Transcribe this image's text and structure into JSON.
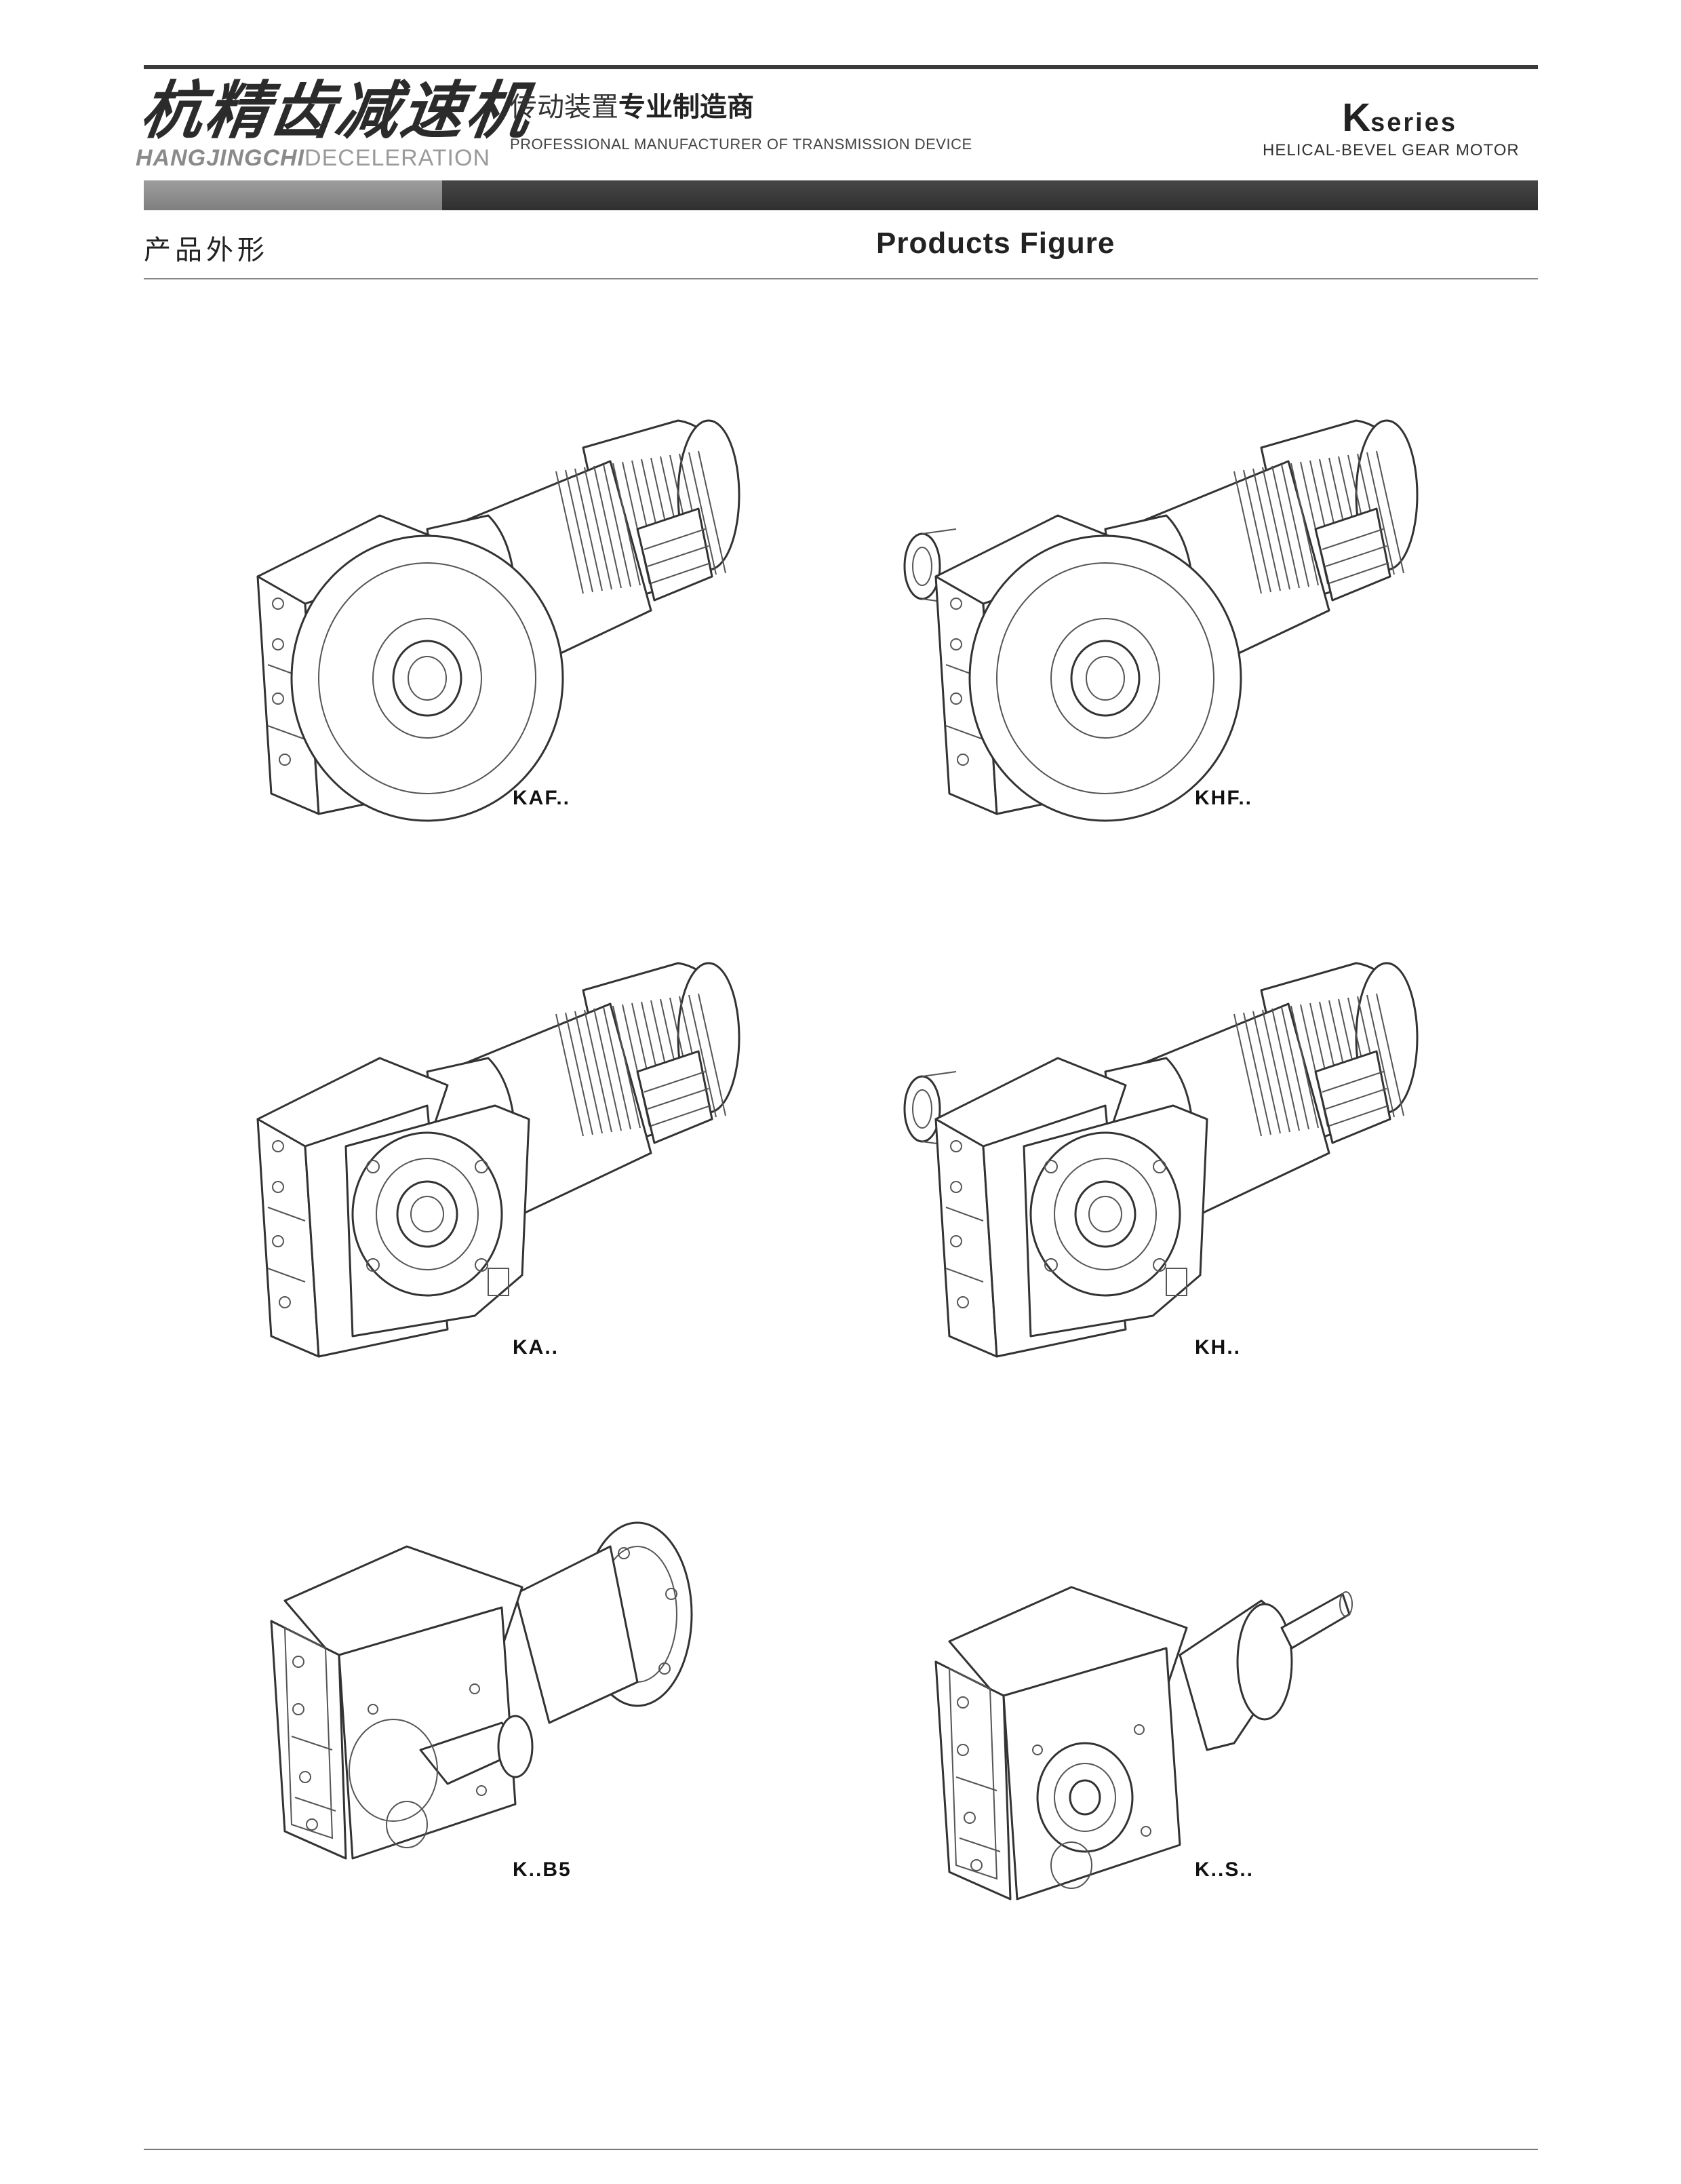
{
  "header": {
    "logo_cn": "杭精齿减速机",
    "logo_en_a": "HANGJINGCHI",
    "logo_en_b": "DECELERATION",
    "tagline_cn_a": "传动装置",
    "tagline_cn_b": "专业制造商",
    "tagline_en": "PROFESSIONAL MANUFACTURER OF TRANSMISSION DEVICE",
    "series_letter": "K",
    "series_word": "series",
    "series_sub": "HELICAL-BEVEL GEAR MOTOR",
    "colors": {
      "bar_light": "#8f8f8f",
      "bar_dark": "#3a3a3a"
    }
  },
  "section": {
    "title_cn": "产品外形",
    "title_en": "Products Figure"
  },
  "figures": [
    {
      "caption": "KAF..",
      "icon": "gear-motor-flange-hollow-shaft-icon"
    },
    {
      "caption": "KHF..",
      "icon": "gear-motor-flange-shrink-disc-icon"
    },
    {
      "caption": "KA..",
      "icon": "gear-motor-hollow-shaft-icon"
    },
    {
      "caption": "KH..",
      "icon": "gear-motor-shrink-disc-icon"
    },
    {
      "caption": "K..B5",
      "icon": "gear-reducer-b5-flange-icon"
    },
    {
      "caption": "K..S..",
      "icon": "gear-reducer-input-shaft-icon"
    }
  ]
}
